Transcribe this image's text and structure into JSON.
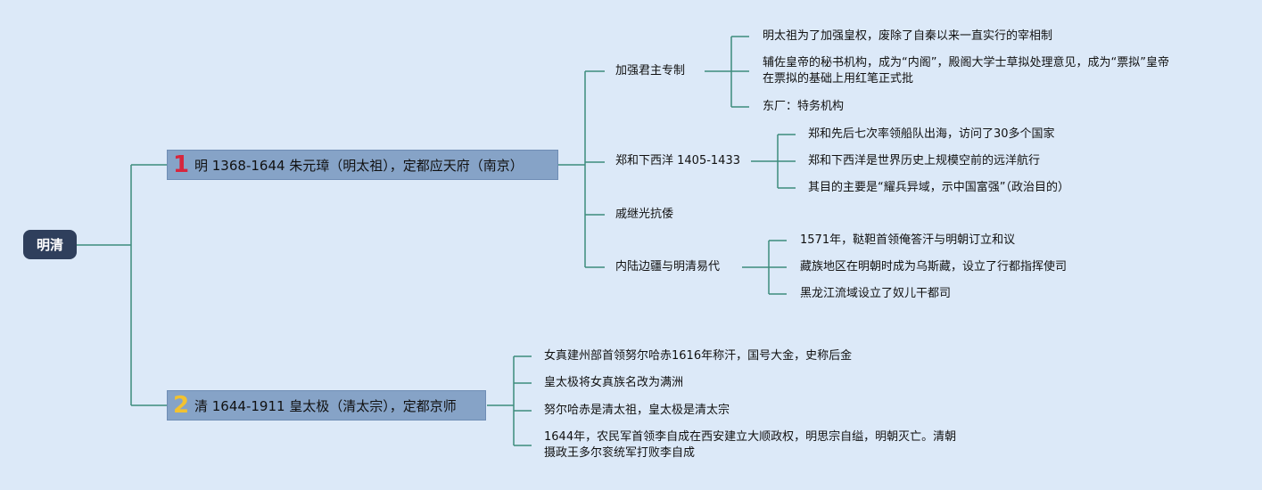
{
  "root": {
    "label": "明清"
  },
  "ming": {
    "badge": "1",
    "badge_color": "#d7263d",
    "label": "明 1368-1644 朱元璋（明太祖），定都应天府（南京）",
    "branches": {
      "b1": {
        "label": "加强君主专制",
        "items": [
          {
            "text": "明太祖为了加强皇权，废除了自秦以来一直实行的宰相制"
          },
          {
            "line1": "辅佐皇帝的秘书机构，成为“内阁”，殿阁大学士草拟处理意见，成为“票拟”皇帝",
            "line2": "在票拟的基础上用红笔正式批"
          },
          {
            "text": "东厂：特务机构"
          }
        ]
      },
      "b2": {
        "label": "郑和下西洋 1405-1433",
        "items": [
          {
            "text": "郑和先后七次率领船队出海，访问了30多个国家"
          },
          {
            "text": "郑和下西洋是世界历史上规模空前的远洋航行"
          },
          {
            "text": "其目的主要是“耀兵异域，示中国富强”（政治目的）"
          }
        ]
      },
      "b3": {
        "label": "戚继光抗倭"
      },
      "b4": {
        "label": "内陆边疆与明清易代",
        "items": [
          {
            "text": "1571年，鞑靼首领俺答汗与明朝订立和议"
          },
          {
            "text": "藏族地区在明朝时成为乌斯藏，设立了行都指挥使司"
          },
          {
            "text": "黑龙江流域设立了奴儿干都司"
          }
        ]
      }
    }
  },
  "qing": {
    "badge": "2",
    "badge_color": "#f2c230",
    "label": "清 1644-1911 皇太极（清太宗），定都京师",
    "items": [
      {
        "text": "女真建州部首领努尔哈赤1616年称汗，国号大金，史称后金"
      },
      {
        "text": "皇太极将女真族名改为满洲"
      },
      {
        "text": "努尔哈赤是清太祖，皇太极是清太宗"
      },
      {
        "line1": "1644年，农民军首领李自成在西安建立大顺政权，明思宗自缢，明朝灭亡。清朝",
        "line2": "摄政王多尔衮统军打败李自成"
      }
    ]
  },
  "colors": {
    "connector": "#3d8c7c",
    "background": "#dce9f8",
    "root_fill": "#2f3f5c",
    "topic_fill": "#86a3c7"
  }
}
